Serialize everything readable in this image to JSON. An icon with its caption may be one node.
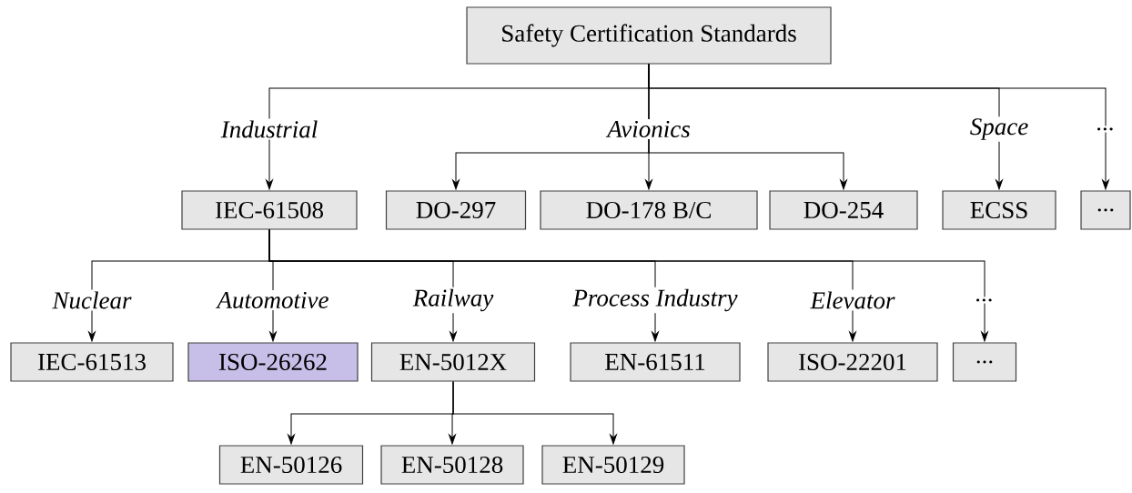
{
  "diagram": {
    "nodes": [
      {
        "text": [
          "Safety Certification Standards"
        ]
      },
      {
        "text": [
          "IEC-61508"
        ]
      },
      {
        "text": [
          "DO-297"
        ]
      },
      {
        "text": [
          "DO-178 B/C"
        ]
      },
      {
        "text": [
          "DO-254"
        ]
      },
      {
        "text": [
          "ECSS"
        ]
      },
      {
        "text": [
          "..."
        ]
      },
      {
        "text": [
          "IEC-61513"
        ]
      },
      {
        "text": [
          "ISO-26262"
        ]
      },
      {
        "text": [
          "EN-5012X"
        ]
      },
      {
        "text": [
          "EN-61511"
        ]
      },
      {
        "text": [
          "ISO-22201"
        ]
      },
      {
        "text": [
          "..."
        ]
      },
      {
        "text": [
          "EN-50126"
        ]
      },
      {
        "text": [
          "EN-50128"
        ]
      },
      {
        "text": [
          "EN-50129"
        ]
      }
    ],
    "edges": [
      {
        "from": 0,
        "to": 1,
        "arrow": "to",
        "label": "Industrial"
      },
      {
        "from": 0,
        "to": 2,
        "arrow": "to"
      },
      {
        "from": 0,
        "to": 3,
        "arrow": "to",
        "label": "Avionics"
      },
      {
        "from": 0,
        "to": 4,
        "arrow": "to"
      },
      {
        "from": 0,
        "to": 5,
        "arrow": "to",
        "label": "Space"
      },
      {
        "from": 0,
        "to": 6,
        "arrow": "to",
        "label": "..."
      },
      {
        "from": 1,
        "to": 7,
        "arrow": "to",
        "label": "Nuclear"
      },
      {
        "from": 1,
        "to": 8,
        "arrow": "to",
        "label": "Automotive"
      },
      {
        "from": 1,
        "to": 9,
        "arrow": "to",
        "label": "Railway"
      },
      {
        "from": 1,
        "to": 10,
        "arrow": "to",
        "label": "Process Industry"
      },
      {
        "from": 1,
        "to": 11,
        "arrow": "to",
        "label": "Elevator"
      },
      {
        "from": 1,
        "to": 12,
        "arrow": "to",
        "label": "..."
      },
      {
        "from": 9,
        "to": 13,
        "arrow": "to"
      },
      {
        "from": 9,
        "to": 14,
        "arrow": "to"
      },
      {
        "from": 9,
        "to": 15,
        "arrow": "to"
      }
    ]
  }
}
